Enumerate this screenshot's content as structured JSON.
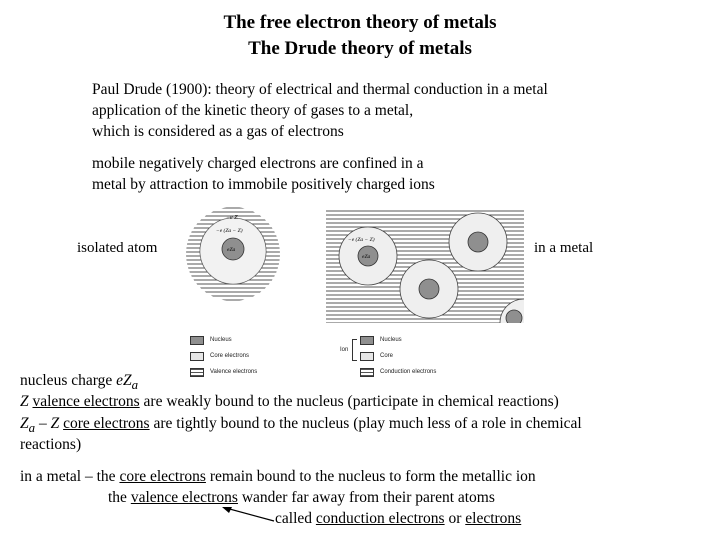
{
  "title": {
    "line1": "The free electron theory of metals",
    "line2": "The Drude theory of metals"
  },
  "intro": {
    "line1": "Paul Drude (1900): theory of electrical and thermal conduction in a metal",
    "line2": "application of the kinetic theory of gases to a metal,",
    "line3": "which is considered as a gas of electrons",
    "line4": "mobile negatively charged electrons are confined in a",
    "line5": "metal by attraction to immobile positively charged ions"
  },
  "figure": {
    "left_label": "isolated atom",
    "right_label": "in a metal",
    "atom_outer": "−e Z",
    "atom_core": "−e (Za − Z)",
    "atom_nucleus": "eZa",
    "metal_core": "−e (Za − Z)",
    "metal_nucleus": "eZa",
    "legend_left": [
      "Nucleus",
      "Core electrons",
      "Valence electrons"
    ],
    "legend_right": [
      "Nucleus",
      "Core",
      "Conduction electrons"
    ],
    "legend_ion": "Ion"
  },
  "body": {
    "nucleus_pre": "nucleus charge ",
    "nucleus_e": "eZ",
    "nucleus_sub": "a",
    "valence_z": "Z",
    "valence_link": "valence electrons",
    "valence_rest": " are weakly bound to the nucleus (participate in chemical reactions)",
    "core_z": "Z",
    "core_sub": "a",
    "core_minus": " – ",
    "core_z2": "Z",
    "core_link": "core electrons",
    "core_rest": " are tightly bound to the nucleus (play much less of a role in chemical",
    "core_rest2": "reactions)",
    "metal_pre": "in a metal – the ",
    "metal_link": "core electrons",
    "metal_rest": " remain bound to the nucleus to form the metallic ion",
    "wander_pre": "the ",
    "wander_link": "valence electrons",
    "wander_rest": " wander far away from their parent atoms",
    "called_pre": "called ",
    "called_link1": "conduction electrons",
    "called_mid": " or ",
    "called_link2": "electrons"
  },
  "colors": {
    "nucleus": "#8f8f8f",
    "core": "#e2e2e2",
    "hatch": "#555555"
  }
}
